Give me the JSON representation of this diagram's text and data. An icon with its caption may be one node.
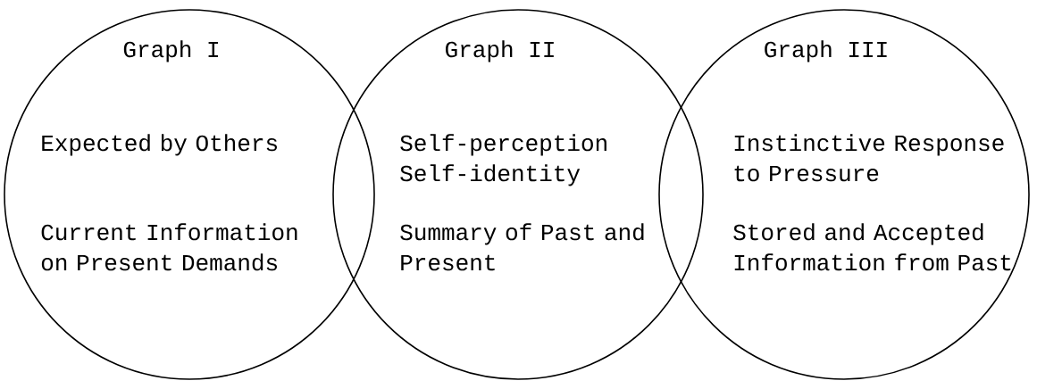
{
  "diagram": {
    "nodes": [
      {
        "text": [
          "Graph I",
          "Expected by Others",
          "Current Information on Present Demands"
        ]
      },
      {
        "text": [
          "Graph II",
          "Self-perception Self-identity",
          "Summary of Past and Present"
        ]
      },
      {
        "text": [
          "Graph III",
          "Instinctive Response to Pressure",
          "Stored and Accepted Information from Past"
        ]
      }
    ]
  }
}
